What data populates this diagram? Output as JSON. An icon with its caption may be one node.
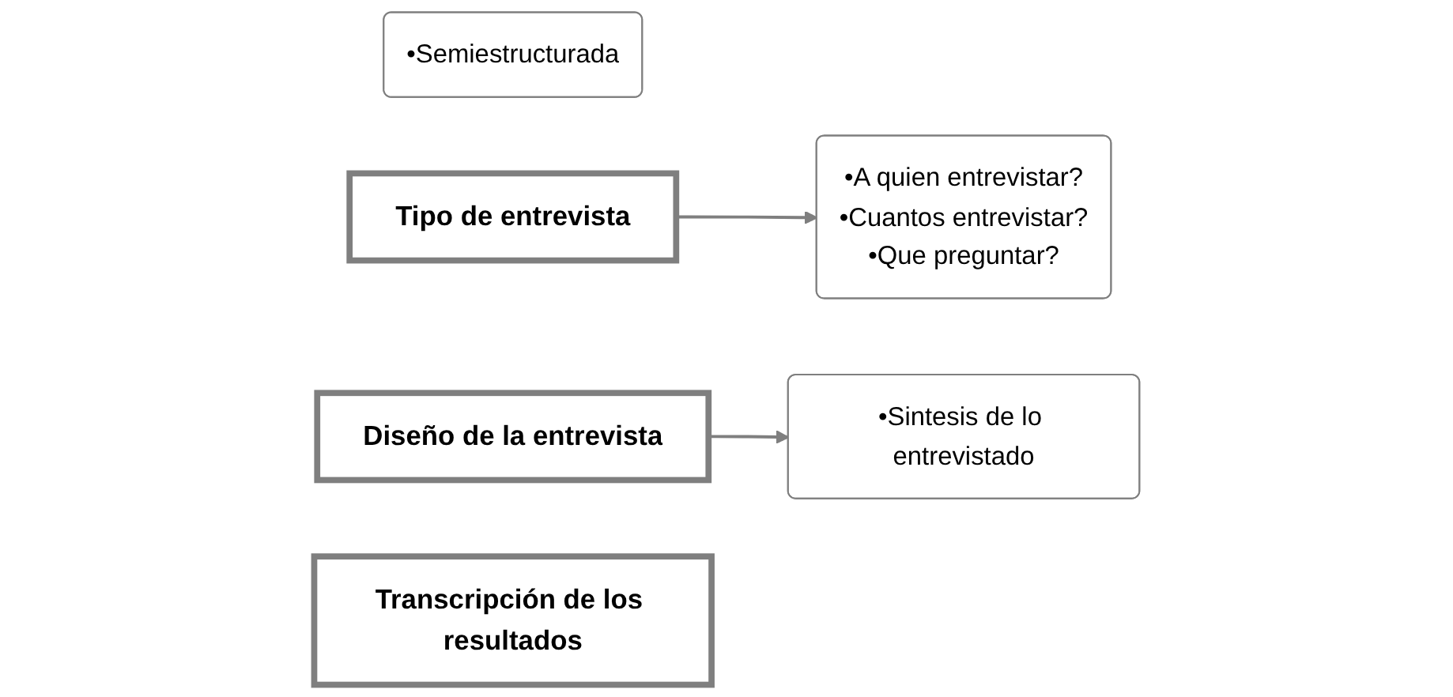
{
  "diagram": {
    "nodes": [
      {
        "text": [
          "•Semiestructurada"
        ]
      },
      {
        "text": [
          "Tipo de entrevista"
        ]
      },
      {
        "text": [
          "•A quien entrevistar?",
          "•Cuantos entrevistar?",
          "•Que preguntar?"
        ]
      },
      {
        "text": [
          "Diseño de la entrevista"
        ]
      },
      {
        "text": [
          "•Sintesis de lo entrevistado"
        ]
      },
      {
        "text": [
          "Transcripción de los resultados"
        ]
      }
    ],
    "edges": [
      {
        "from": 1,
        "to": 2,
        "arrow": "to"
      },
      {
        "from": 3,
        "to": 4,
        "arrow": "to"
      }
    ]
  }
}
